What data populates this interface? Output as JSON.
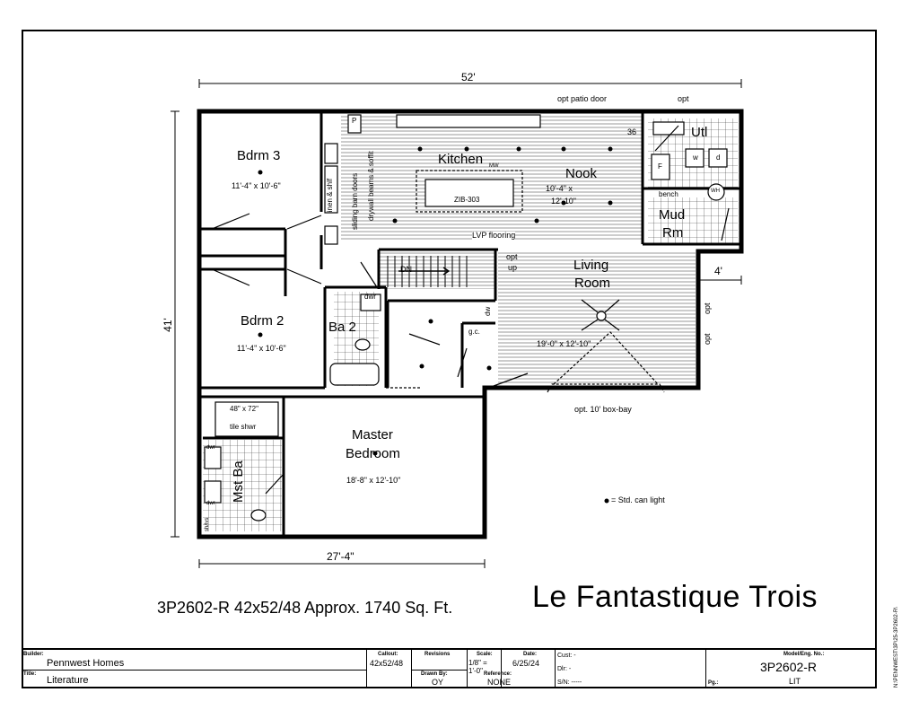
{
  "dimensions": {
    "overall_width": "52'",
    "overall_depth": "41'",
    "wing_width": "27'-4\"",
    "bump_out": "4'",
    "stair_small": "36"
  },
  "rooms": {
    "bdrm3": {
      "name": "Bdrm 3",
      "size": "11'-4\" x 10'-6\""
    },
    "bdrm2": {
      "name": "Bdrm 2",
      "size": "11'-4\" x 10'-6\""
    },
    "kitchen": {
      "name": "Kitchen"
    },
    "nook": {
      "name": "Nook",
      "size_line1": "10'-4\" x",
      "size_line2": "12'-10\""
    },
    "utl": {
      "name": "Utl"
    },
    "mud_line1": "Mud",
    "mud_line2": "Rm",
    "living_line1": "Living",
    "living_line2": "Room",
    "living_size": "19'-0\" x 12'-10\"",
    "ba2": {
      "name": "Ba 2"
    },
    "master_line1": "Master",
    "master_line2": "Bedroom",
    "master_size": "18'-8\" x 12'-10\"",
    "mstba": {
      "name": "Mst Ba"
    }
  },
  "notes": {
    "opt_patio_door": "opt patio door",
    "opt_top": "opt",
    "lvp_flooring": "LVP flooring",
    "sliding_barn_doors": "sliding barn doors",
    "drywall_beams": "drywall beams & soffit",
    "linen": "linen & shlf",
    "zib": "ZIB-303",
    "mw": "MW",
    "opt_up": "opt",
    "up": "up",
    "dn": "DN",
    "dwr1": "dwr",
    "dw": "dw",
    "gc": "g.c.",
    "opt_right1": "opt",
    "opt_right2": "opt",
    "box_bay": "opt. 10' box-bay",
    "shower_size": "48\" x 72\"",
    "tile_shower": "tile shwr",
    "dwr2": "dwr",
    "dwr3": "dwr",
    "lvs": "sh/lvs",
    "bench": "bench",
    "wh": "WH",
    "w": "w",
    "d": "d",
    "f": "F",
    "pantry": "P",
    "legend_can_light": "= Std. can light"
  },
  "title": {
    "model_line": "3P2602-R 42x52/48  Approx. 1740 Sq. Ft.",
    "name": "Le Fantastique Trois"
  },
  "title_block": {
    "builder_cap": "Builder:",
    "builder": "Pennwest Homes",
    "title_cap": "Title:",
    "title": "Literature",
    "callout_cap": "Callout:",
    "callout": "42x52/48",
    "revisions_cap": "Revisions",
    "scale_cap": "Scale:",
    "scale": "1/8\" = 1'-0\"",
    "date_cap": "Date:",
    "date": "6/25/24",
    "drawn_cap": "Drawn By:",
    "drawn": "OY",
    "reference_cap": "Reference:",
    "reference": "NONE",
    "cust": "Cust: -",
    "dlr": "Dlr:  -",
    "sn": "S/N:  -----",
    "model_cap": "Model/Eng. No.:",
    "model": "3P2602-R",
    "lit": "LIT",
    "pg": "Pg.:"
  },
  "side_text": "N:\\PENNWEST\\3P\\25-3P2602-R\\"
}
